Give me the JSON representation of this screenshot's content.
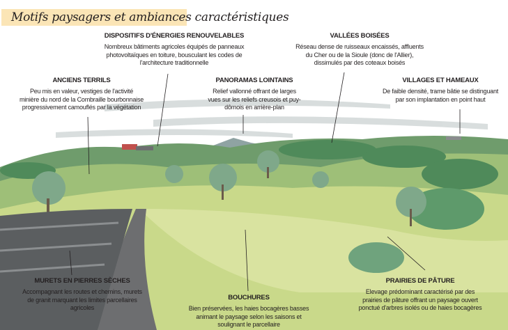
{
  "title": "Motifs paysagers et ambiances caractéristiques",
  "colors": {
    "banner": "#fbe5b6",
    "meadow": "#c9d98a",
    "forest": "#4f8a5a",
    "road": "#6d6e70"
  },
  "labels": {
    "dispositifs": {
      "heading": "DISPOSITIFS D'ÉNERGIES RENOUVELABLES",
      "lines": [
        "Nombreux bâtiments agricoles équipés de panneaux",
        "photovoltaïques en toiture, bousculant les codes de",
        "l'architecture traditionnelle"
      ]
    },
    "vallees": {
      "heading": "VALLÉES BOISÉES",
      "lines": [
        "Réseau dense de ruisseaux encaissés, affluents",
        "du Cher ou de la Sioule (donc de l'Allier),",
        "dissimulés par des coteaux boisés"
      ]
    },
    "terrils": {
      "heading": "ANCIENS TERRILS",
      "lines": [
        "Peu mis en valeur, vestiges de l'activité",
        "minière du nord de la Combraille bourbonnaise",
        "progressivement camouflés par la végétation"
      ]
    },
    "panoramas": {
      "heading": "PANORAMAS LOINTAINS",
      "lines": [
        "Relief vallonné offrant de larges",
        "vues sur les reliefs creusois et puy-",
        "dômois en arrière-plan"
      ]
    },
    "villages": {
      "heading": "VILLAGES ET HAMEAUX",
      "lines": [
        "De faible densité, trame bâtie se distinguant",
        "par son implantation en point haut"
      ]
    },
    "murets": {
      "heading": "MURETS EN PIERRES SÈCHES",
      "lines": [
        "Accompagnant les routes et chemins, murets",
        "de granit marquant les limites parcellaires",
        "agricoles"
      ]
    },
    "bouchures": {
      "heading": "BOUCHURES",
      "lines": [
        "Bien préservées, les haies bocagères basses",
        "animant le paysage selon les saisons et",
        "soulignant le parcellaire"
      ]
    },
    "prairies": {
      "heading": "PRAIRIES DE PÂTURE",
      "lines": [
        "Elevage prédominant caractérisé par des",
        "prairies de pâture offrant un paysage ouvert",
        "ponctué d'arbres isolés ou de haies bocagères"
      ]
    }
  }
}
